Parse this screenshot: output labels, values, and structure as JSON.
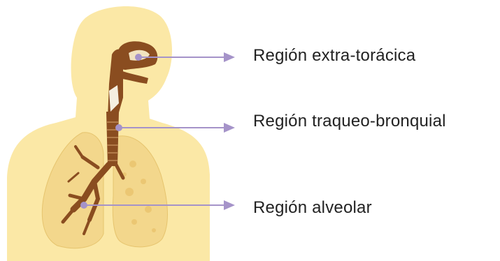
{
  "colors": {
    "silhouette": "#FBE8A6",
    "airway": "#8A4D20",
    "lung": "#F4D88C",
    "pointer": "#A593C9"
  },
  "regions": [
    {
      "label": "Región extra-torácica"
    },
    {
      "label": "Región traqueo-bronquial"
    },
    {
      "label": "Región alveolar"
    }
  ]
}
